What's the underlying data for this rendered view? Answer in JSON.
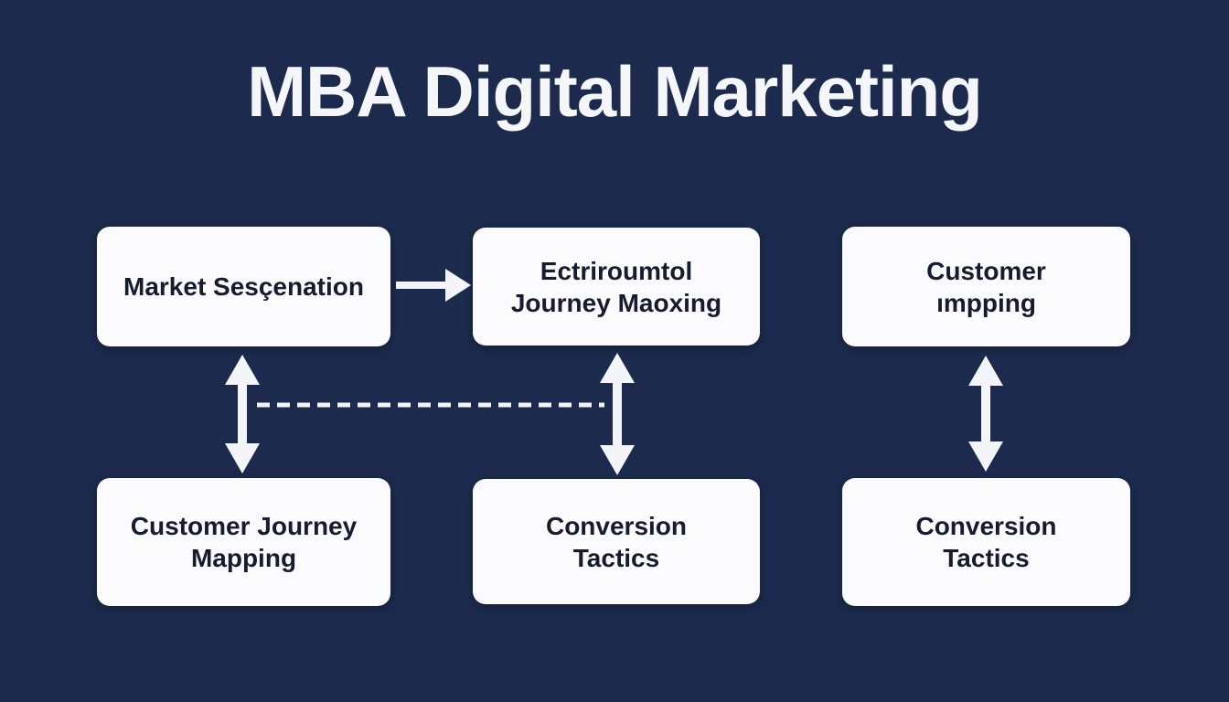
{
  "title": "MBA Digital Marketing",
  "colors": {
    "bg": "#1b2a4d",
    "boxFill": "#fbfbfd",
    "boxText": "#161b2e",
    "arrow": "#f3f5f9",
    "titleColor": "#f4f6fa"
  },
  "nodes": {
    "top_left": {
      "lines": [
        "Market Sesçenation"
      ]
    },
    "top_middle": {
      "lines": [
        "Ectriroumtol",
        "Journey Maoxing"
      ]
    },
    "top_right": {
      "lines": [
        "Customer",
        "ımpping"
      ]
    },
    "bottom_left": {
      "lines": [
        "Customer Journey",
        "Mapping"
      ]
    },
    "bottom_middle": {
      "lines": [
        "Conversion",
        "Tactics"
      ]
    },
    "bottom_right": {
      "lines": [
        "Conversion",
        "Tactics"
      ]
    }
  },
  "edges": [
    {
      "from": "top_left",
      "to": "top_middle",
      "style": "solid-arrow-right"
    },
    {
      "from": "top_left",
      "to": "bottom_left",
      "style": "double-headed-vertical"
    },
    {
      "from": "top_middle",
      "to": "bottom_middle",
      "style": "double-headed-vertical"
    },
    {
      "from": "top_right",
      "to": "bottom_right",
      "style": "double-headed-vertical"
    },
    {
      "from": "left-vertical-arrow",
      "to": "middle-vertical-arrow",
      "style": "dashed-horizontal"
    }
  ]
}
